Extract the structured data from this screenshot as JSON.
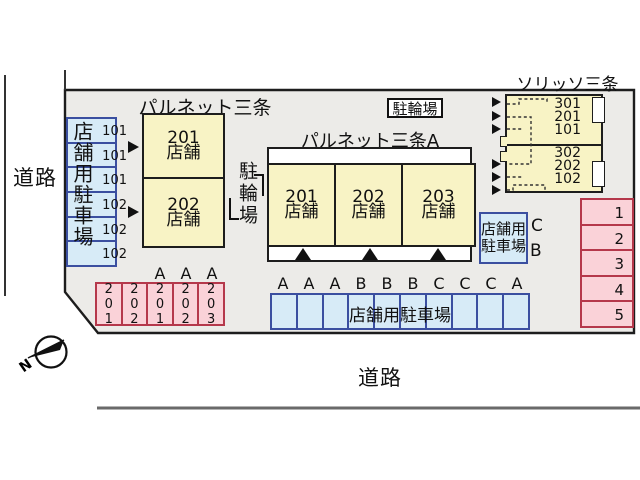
{
  "roads": {
    "left_label": "道路",
    "bottom_label": "道路"
  },
  "compass": {
    "north_label": "N"
  },
  "palnet": {
    "title": "パルネット三条",
    "units": [
      {
        "line1": "201",
        "line2": "店舗"
      },
      {
        "line1": "202",
        "line2": "店舗"
      }
    ]
  },
  "palnet_a": {
    "title": "パルネット三条A",
    "units": [
      {
        "line1": "201",
        "line2": "店舗"
      },
      {
        "line1": "202",
        "line2": "店舗"
      },
      {
        "line1": "203",
        "line2": "店舗"
      }
    ]
  },
  "sorisso": {
    "title": "ソリッソ三条",
    "upper_rooms": [
      "301",
      "201",
      "101"
    ],
    "lower_rooms": [
      "302",
      "202",
      "102"
    ]
  },
  "bicycle": {
    "boxed_label": "駐輪場",
    "bracketed_label": "駐輪場"
  },
  "left_parking": {
    "area_label": "店舗用駐車場",
    "stalls": [
      "101",
      "101",
      "101",
      "102",
      "102",
      "102"
    ]
  },
  "right_parking_box": {
    "line1": "店舗用",
    "line2": "駐車場",
    "mark_top": "C",
    "mark_bottom": "B"
  },
  "numbered_stalls": {
    "values": [
      "1",
      "2",
      "3",
      "4",
      "5"
    ]
  },
  "bottom_left_parking": {
    "stalls": [
      "201",
      "202",
      "201",
      "202",
      "203"
    ],
    "marks": [
      "A",
      "A",
      "A"
    ]
  },
  "bottom_parking": {
    "area_label": "店舗用駐車場",
    "marks": [
      "A",
      "A",
      "A",
      "B",
      "B",
      "B",
      "C",
      "C",
      "C",
      "A"
    ]
  },
  "colors": {
    "lot_fill": "#ecebe8",
    "building_fill": "#f8f3c5",
    "parking_blue_fill": "#d7ebf7",
    "parking_blue_border": "#3b4fa0",
    "parking_pink_fill": "#fad2d8",
    "parking_pink_border": "#b5384b"
  }
}
